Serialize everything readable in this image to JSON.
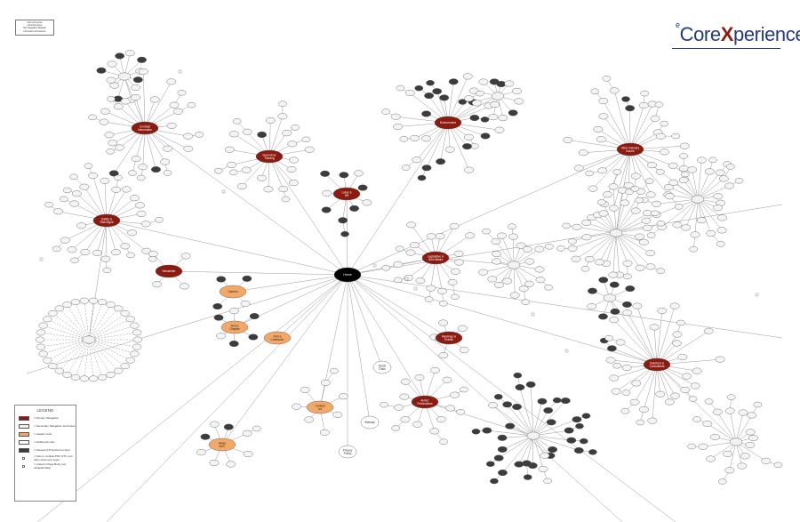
{
  "header": {
    "title_lines": [
      "IIGC of America",
      "eCoreXperience",
      "Site Navigation Diagram",
      "Information Architecture"
    ],
    "brand_superscript": "e",
    "brand_main_left": "Core",
    "brand_x": "X",
    "brand_main_right": "perience"
  },
  "legend": {
    "title": "LEGEND",
    "items": [
      {
        "label": "= Primary Navigation",
        "style": "primary",
        "color": "#8b1a10"
      },
      {
        "label": "= Secondary Navigation and below",
        "style": "secondary",
        "color": "#f0f0f0"
      },
      {
        "label": "= Header Links",
        "style": "header",
        "color": "#f3a868"
      },
      {
        "label": "= Additional Links",
        "style": "additional",
        "color": "#ffffff"
      },
      {
        "label": "= Password Protected Content",
        "style": "protected",
        "color": "#3c3c3c"
      },
      {
        "label": "= links to multiple PDF, RTF, and other document types",
        "style": "doc",
        "color": "#ffffff"
      },
      {
        "label": "= Linked in Page Body (not navigationally)",
        "style": "body-link",
        "color": "#ffffff"
      }
    ]
  },
  "colors": {
    "primary": "#8b1a10",
    "header": "#f3a868",
    "protected": "#3c3c3c",
    "secondary": "#f0f0f0",
    "home": "#000000",
    "line": "#9a9a9a",
    "brand": "#243c78"
  },
  "diagram": {
    "home": {
      "label": "Home"
    },
    "sections": [
      {
        "key": "contract",
        "label": "Contract Information",
        "kind": "primary"
      },
      {
        "key": "supervisor",
        "label": "Supervisor Training",
        "kind": "primary"
      },
      {
        "key": "labor",
        "label": "Labor & HR",
        "kind": "primary"
      },
      {
        "key": "environment",
        "label": "Environment",
        "kind": "primary"
      },
      {
        "key": "other",
        "label": "Other Industry Issues",
        "kind": "primary"
      },
      {
        "key": "safety",
        "label": "Safety & Risk Mgmt",
        "kind": "primary"
      },
      {
        "key": "newsletter",
        "label": "Newsletter",
        "kind": "primary"
      },
      {
        "key": "legislative",
        "label": "Legislative & Govt Affairs",
        "kind": "primary"
      },
      {
        "key": "meetings",
        "label": "Meetings & Events",
        "kind": "primary"
      },
      {
        "key": "ahgc",
        "label": "AHGC Publications",
        "kind": "primary"
      },
      {
        "key": "solutions",
        "label": "Solutions & Consultants",
        "kind": "primary"
      },
      {
        "key": "aboutagc",
        "label": "About AGC",
        "kind": "header"
      },
      {
        "key": "contactus",
        "label": "Contact Us",
        "kind": "header"
      },
      {
        "key": "findchapter",
        "label": "Find a Chapter",
        "kind": "header"
      },
      {
        "key": "findcontractor",
        "label": "Find a Contractor",
        "kind": "header"
      },
      {
        "key": "careers",
        "label": "Careers",
        "kind": "header"
      },
      {
        "key": "sitemap",
        "label": "Sitemap",
        "kind": "additional"
      },
      {
        "key": "privacy",
        "label": "Privacy Policy",
        "kind": "additional"
      },
      {
        "key": "quicklinks",
        "label": "Quick Links",
        "kind": "additional"
      }
    ]
  }
}
